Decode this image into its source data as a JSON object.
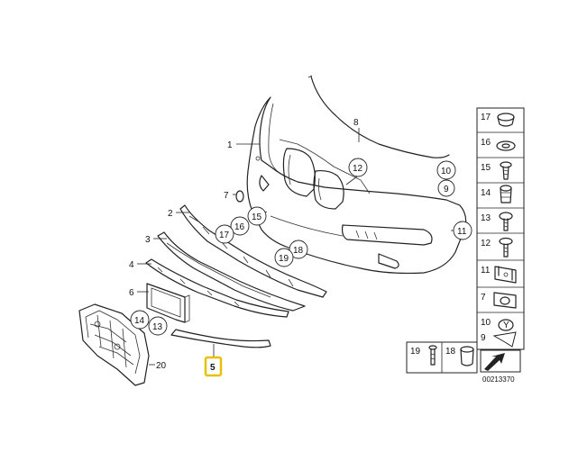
{
  "diagram": {
    "catalog_number": "00213370",
    "highlighted_part": "5",
    "callouts": [
      "1",
      "2",
      "3",
      "4",
      "5",
      "6",
      "7",
      "8",
      "9",
      "10",
      "11",
      "12",
      "13",
      "14",
      "15",
      "16",
      "17",
      "18",
      "19",
      "20"
    ],
    "side_panel_parts": [
      "17",
      "16",
      "15",
      "14",
      "13",
      "12",
      "11",
      "7",
      "10",
      "9"
    ],
    "bottom_panel_parts": [
      "19",
      "18"
    ]
  }
}
